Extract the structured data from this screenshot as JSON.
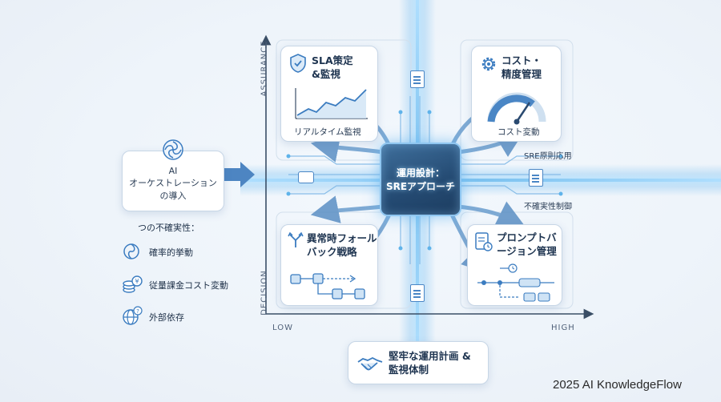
{
  "axes": {
    "y_top": "ASSURANCE",
    "y_bottom": "DECISION",
    "x_left": "LOW",
    "x_right": "HIGH"
  },
  "intro_box": {
    "line1": "AI",
    "line2": "オーケストレーション",
    "line3": "の導入"
  },
  "uncertainties": {
    "heading": "つの不確実性：",
    "items": [
      {
        "label": "確率的挙動",
        "icon": "swirl-icon"
      },
      {
        "label": "従量課金コスト変動",
        "icon": "coins-icon"
      },
      {
        "label": "外部依存",
        "icon": "globe-icon"
      }
    ]
  },
  "center_chip": {
    "line1": "運用設計：",
    "line2": "SREアプローチ"
  },
  "cards": {
    "sla": {
      "title_line1": "SLA策定",
      "title_line2": "&監視",
      "caption": "リアルタイム監視",
      "icon": "shield-check-icon"
    },
    "cost": {
      "title_line1": "コスト・",
      "title_line2": "精度管理",
      "caption": "コスト変動",
      "icon": "gear-icon"
    },
    "fallback": {
      "title_line1": "異常時フォール",
      "title_line2": "バック戦略",
      "icon": "fork-arrow-icon"
    },
    "prompt": {
      "title_line1": "プロンプトバ",
      "title_line2": "ージョン管理",
      "icon": "document-clock-icon"
    }
  },
  "side_labels": {
    "sre": "SRE原則応用",
    "uncertainty_control": "不確実性制御"
  },
  "bottom_box": {
    "line1": "堅牢な運用計画 &",
    "line2": "監視体制",
    "icon": "handshake-icon"
  },
  "watermark": "2025 AI KnowledgeFlow",
  "colors": {
    "accent": "#3b7cc0",
    "chip": "#244a72",
    "glow": "#8fc6f0"
  }
}
